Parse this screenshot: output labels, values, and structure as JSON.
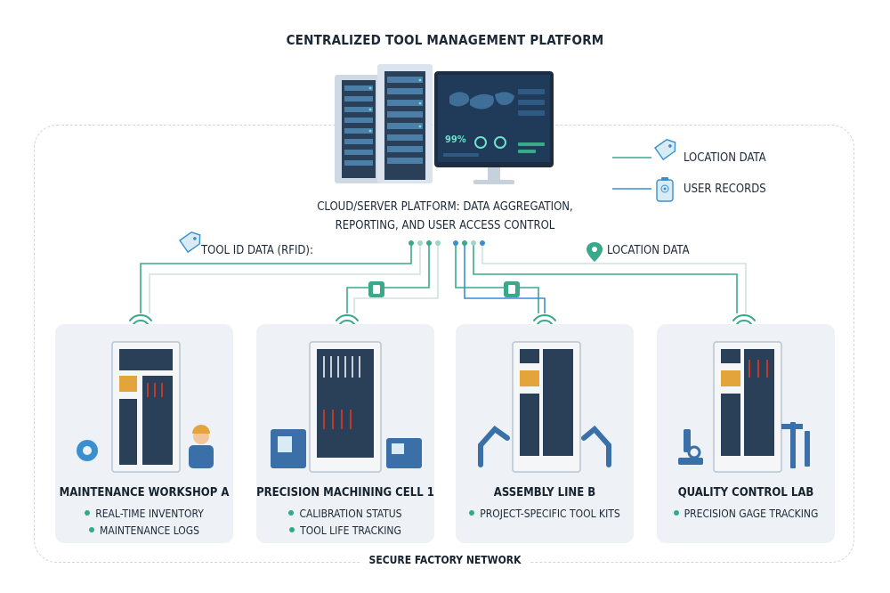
{
  "title": "CENTRALIZED TOOL MANAGEMENT PLATFORM",
  "platform": {
    "description_line1": "CLOUD/SERVER PLATFORM: DATA AGGREGATION,",
    "description_line2": "REPORTING, AND USER ACCESS CONTROL",
    "dashboard": {
      "stat_1": "99%"
    }
  },
  "legend": [
    {
      "label": "LOCATION DATA",
      "icon": "tag-icon",
      "color": "#3aa98a"
    },
    {
      "label": "USER RECORDS",
      "icon": "fingerprint-badge-icon",
      "color": "#3a8fd0"
    }
  ],
  "flows": {
    "left_label": "TOOL ID DATA (RFID):",
    "right_label": "LOCATION DATA"
  },
  "stations": [
    {
      "title": "MAINTENANCE WORKSHOP A",
      "items": [
        "REAL-TIME INVENTORY",
        "MAINTENANCE LOGS"
      ]
    },
    {
      "title": "PRECISION MACHINING CELL 1",
      "items": [
        "CALIBRATION STATUS",
        "TOOL LIFE TRACKING"
      ]
    },
    {
      "title": "ASSEMBLY LINE B",
      "items": [
        "PROJECT-SPECIFIC TOOL KITS"
      ]
    },
    {
      "title": "QUALITY CONTROL LAB",
      "items": [
        "PRECISION GAGE TRACKING"
      ]
    }
  ],
  "network_label": "SECURE FACTORY NETWORK",
  "colors": {
    "teal": "#3aa98a",
    "blue": "#3a8fd0",
    "navy": "#233447",
    "panel_bg": "#eef2f6"
  }
}
